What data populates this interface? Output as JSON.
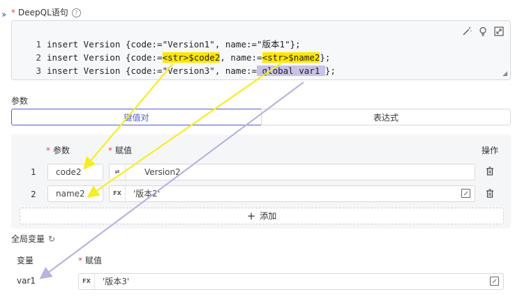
{
  "query_field": {
    "required_mark": "*",
    "label": "DeepQL语句",
    "help_icon": "question-circle-icon",
    "code_lines": [
      {
        "num": "1",
        "parts": [
          {
            "text": "insert Version {code:=\"Version1\", name:=\"版本1\"};",
            "hl": ""
          }
        ]
      },
      {
        "num": "2",
        "parts": [
          {
            "text": "insert Version {code:=",
            "hl": ""
          },
          {
            "text": "<str>$code2",
            "hl": "y"
          },
          {
            "text": ", name:=",
            "hl": ""
          },
          {
            "text": "<str>$name2",
            "hl": "y"
          },
          {
            "text": "};",
            "hl": ""
          }
        ]
      },
      {
        "num": "3",
        "parts": [
          {
            "text": "insert Version {code:=\"Version3\", name:=",
            "hl": ""
          },
          {
            "text": " global var1 ",
            "hl": "p"
          },
          {
            "text": "};",
            "hl": ""
          }
        ]
      }
    ],
    "tools": [
      "magic-wand-icon",
      "lightbulb-icon",
      "fullscreen-icon"
    ]
  },
  "params": {
    "section_label": "参数",
    "tabs": [
      {
        "label": "键值对",
        "active": true
      },
      {
        "label": "表达式",
        "active": false
      }
    ],
    "headers": {
      "name": "参数",
      "value": "赋值",
      "actions": "操作"
    },
    "rows": [
      {
        "num": "1",
        "name": "code2",
        "type_icon": "swap-icon",
        "value": "Version2"
      },
      {
        "num": "2",
        "name": "name2",
        "type_icon": "FX",
        "value": "'版本2'"
      }
    ],
    "add_label": "添加"
  },
  "globals": {
    "section_label": "全局变量",
    "headers": {
      "name": "变量",
      "value": "赋值"
    },
    "rows": [
      {
        "name": "var1",
        "type_icon": "FX",
        "value": "'版本3'"
      }
    ]
  },
  "colors": {
    "accent": "#4a5bd4",
    "highlight_yellow": "#ffe600",
    "highlight_purple": "#c8c3e6",
    "arrow_yellow": "#f5ee22",
    "arrow_purple": "#b9b3e0"
  }
}
